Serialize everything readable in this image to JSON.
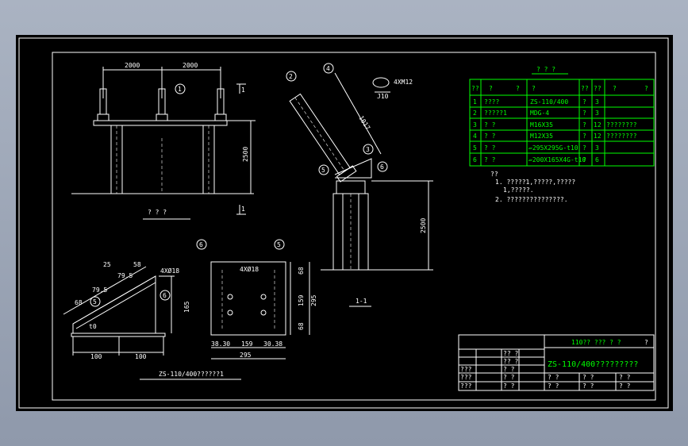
{
  "drawing": {
    "view_front": {
      "dim_left": "2000",
      "dim_right": "2000",
      "height_dim": "2500",
      "balloon_1": "1",
      "section_mark_top": "1",
      "section_mark_bottom": "1",
      "caption": "? ? ?"
    },
    "view_section": {
      "balloon_1": "2",
      "balloon_2": "4",
      "balloon_3": "3",
      "balloon_4": "5",
      "balloon_5": "6",
      "length_dim": "1017",
      "height_dim": "2500",
      "bolt_note": "4XM12",
      "bolt_sub": "J10",
      "caption": "1-1"
    },
    "view_bracket": {
      "dim_a": "25",
      "dim_b": "58",
      "dim_c": "79.5",
      "dim_d": "79.5",
      "dim_e": "68",
      "dim_height": "165",
      "dim_left": "100",
      "dim_right": "100",
      "hole_note": "4XØ18",
      "balloon_1": "5",
      "balloon_2": "6",
      "plate_mark": "t0",
      "caption": "ZS-110/400??????1"
    },
    "view_plate": {
      "balloon_1": "6",
      "balloon_2": "5",
      "hole_note": "4XØ18",
      "dim_top": "68",
      "dim_mid": "159",
      "dim_bot": "68",
      "dim_total": "295",
      "dim_w1": "38.30",
      "dim_w2": "159",
      "dim_w3": "30.38",
      "dim_width": "295"
    },
    "table": {
      "title": "? ? ?",
      "headers": [
        "??",
        "?",
        "?",
        "?",
        "??",
        "??",
        "?",
        "?"
      ],
      "rows": [
        [
          "1",
          "????",
          "ZS-110/400",
          "?",
          "3"
        ],
        [
          "2",
          "?????1",
          "MDG-4",
          "?",
          "3"
        ],
        [
          "3",
          "? ?",
          "M16X35",
          "?",
          "12",
          "????????"
        ],
        [
          "4",
          "? ?",
          "M12X35",
          "?",
          "12",
          "????????"
        ],
        [
          "5",
          "? ?",
          "▱295X295G-t10",
          "?",
          "3"
        ],
        [
          "6",
          "? ?",
          "▱200X165X4G-t10",
          "?",
          "6"
        ]
      ]
    },
    "notes": {
      "label": "??",
      "line1": "1. ?????1,?????,?????",
      "line1b": "1,?????.",
      "line2": "2. ???????????????."
    },
    "title_block": {
      "header": "110?? ??? ? ?",
      "name": "ZS-110/400?????????",
      "cells_left": [
        "?? ?",
        "?? ?",
        "???",
        "? ?",
        "???",
        "? ?",
        "? ?",
        "???",
        "? ?"
      ],
      "cells_bottom": [
        "? ?",
        "? ?",
        "? ?",
        "? ?",
        "? ?",
        "? ?",
        "?"
      ]
    }
  }
}
